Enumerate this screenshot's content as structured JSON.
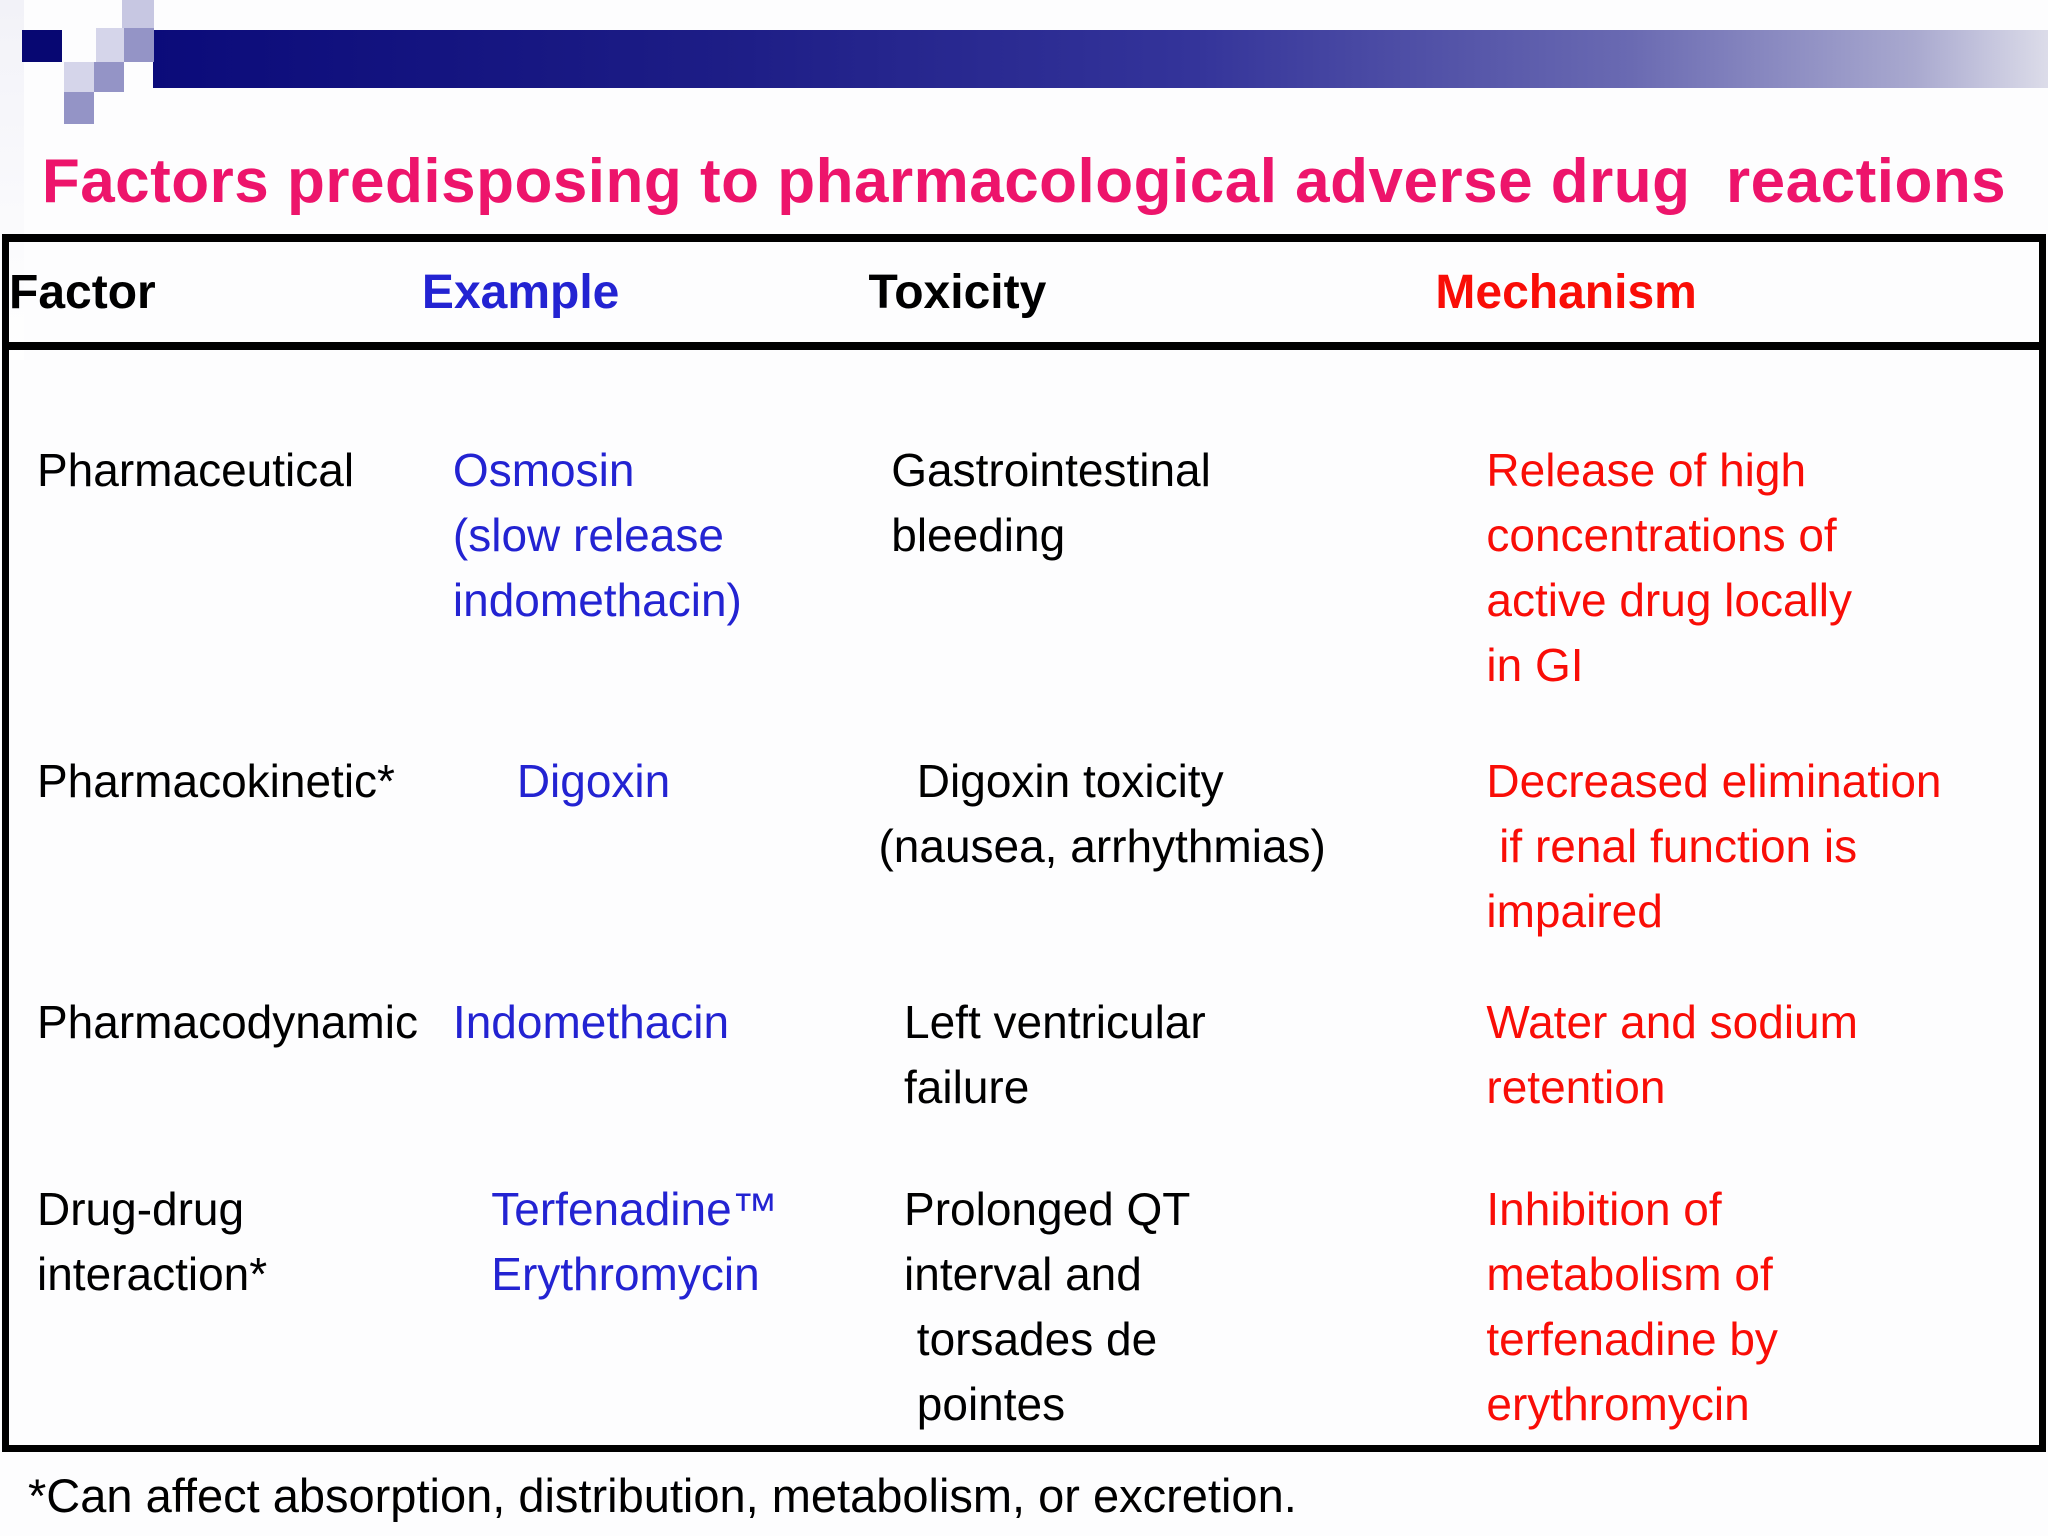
{
  "slide": {
    "title": "Factors predisposing to pharmacological adverse drug  reactions",
    "footnote": "*Can affect absorption, distribution, metabolism, or excretion."
  },
  "colors": {
    "title_pink": "#ed146b",
    "example_blue": "#2323d2",
    "mechanism_red": "#f90d07",
    "banner_navy": "#0b0b7a",
    "table_border": "#000000"
  },
  "table": {
    "headers": [
      {
        "label": "Factor"
      },
      {
        "label": "Example"
      },
      {
        "label": "Toxicity"
      },
      {
        "label": "Mechanism"
      }
    ],
    "rows": [
      {
        "factor": "Pharmaceutical",
        "example": "Osmosin\n(slow release\nindomethacin)",
        "toxicity": " Gastrointestinal\n bleeding",
        "mechanism": "Release of high\nconcentrations of\nactive drug locally\nin GI"
      },
      {
        "factor": "Pharmacokinetic*",
        "example": "     Digoxin",
        "toxicity": "   Digoxin toxicity\n(nausea, arrhythmias)",
        "mechanism": "Decreased elimination\n if renal function is\nimpaired"
      },
      {
        "factor": "Pharmacodynamic",
        "example": "Indomethacin",
        "toxicity": "  Left ventricular\n  failure",
        "mechanism": "Water and sodium\nretention"
      },
      {
        "factor": "Drug-drug\ninteraction*",
        "example": "   Terfenadine™\n   Erythromycin",
        "toxicity": "  Prolonged QT\n  interval and\n   torsades de\n   pointes",
        "mechanism": "Inhibition of\nmetabolism of\nterfenadine by\nerythromycin"
      }
    ]
  }
}
